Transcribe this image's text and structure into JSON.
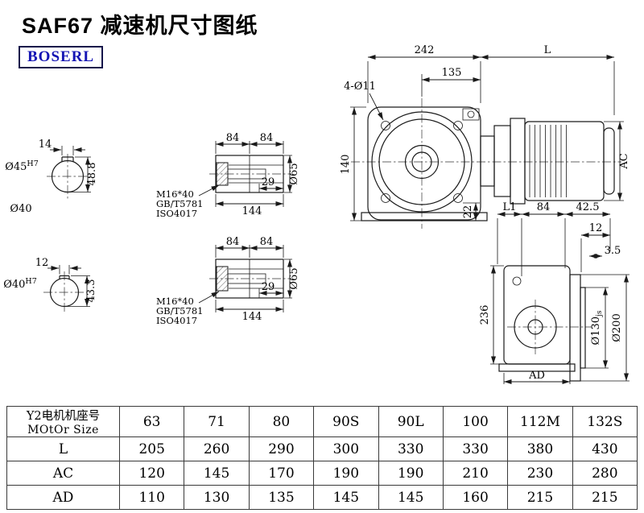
{
  "page": {
    "title": "SAF67 减速机尺寸图纸",
    "logo": "BOSERL"
  },
  "colors": {
    "logo_text": "#1414b4",
    "line": "#1a1a1a"
  },
  "front_view": {
    "dim_width": "242",
    "dim_motor_length": "L",
    "dim_flange_width": "135",
    "holes_callout": "4-Ø11",
    "dim_height": "140",
    "dim_ac": "AC",
    "dim_foot": "22"
  },
  "hollow_shaft_top": {
    "dim_keyway_width": "14",
    "bore": "Ø45",
    "bore_tolerance": "H7",
    "dim_keyway_depth": "48.8",
    "shaft_note": "Ø40"
  },
  "hollow_shaft_bottom": {
    "dim_keyway_width": "12",
    "bore": "Ø40",
    "bore_tolerance": "H7",
    "dim_keyway_depth": "43.3"
  },
  "shaft_detail_top": {
    "dim_left": "84",
    "dim_right": "84",
    "dim_bore_depth": "29",
    "dim_length": "144",
    "dim_diameter": "Ø65",
    "bolt_spec": "M16*40",
    "bolt_standard_gb": "GB/T5781",
    "bolt_standard_iso": "ISO4017"
  },
  "shaft_detail_bottom": {
    "dim_left": "84",
    "dim_right": "84",
    "dim_bore_depth": "29",
    "dim_length": "144",
    "dim_diameter": "Ø65",
    "bolt_spec": "M16*40",
    "bolt_standard_gb": "GB/T5781",
    "bolt_standard_iso": "ISO4017"
  },
  "side_view": {
    "dim_l1": "L1",
    "dim_84": "84",
    "dim_42_5": "42.5",
    "dim_12": "12",
    "dim_3_5": "3.5",
    "dim_height": "236",
    "dim_spigot": "Ø130",
    "dim_spigot_tolerance": "js",
    "dim_flange": "Ø200",
    "dim_ad": "AD"
  },
  "table": {
    "header": {
      "line1": "Y2电机机座号",
      "line2": "MOtOr Size"
    },
    "motor_sizes": [
      "63",
      "71",
      "80",
      "90S",
      "90L",
      "100",
      "112M",
      "132S"
    ],
    "rows": [
      {
        "label": "L",
        "values": [
          "205",
          "260",
          "290",
          "300",
          "330",
          "330",
          "380",
          "430"
        ]
      },
      {
        "label": "AC",
        "values": [
          "120",
          "145",
          "170",
          "190",
          "190",
          "210",
          "230",
          "280"
        ]
      },
      {
        "label": "AD",
        "values": [
          "110",
          "130",
          "135",
          "145",
          "145",
          "160",
          "215",
          "215"
        ]
      }
    ]
  }
}
